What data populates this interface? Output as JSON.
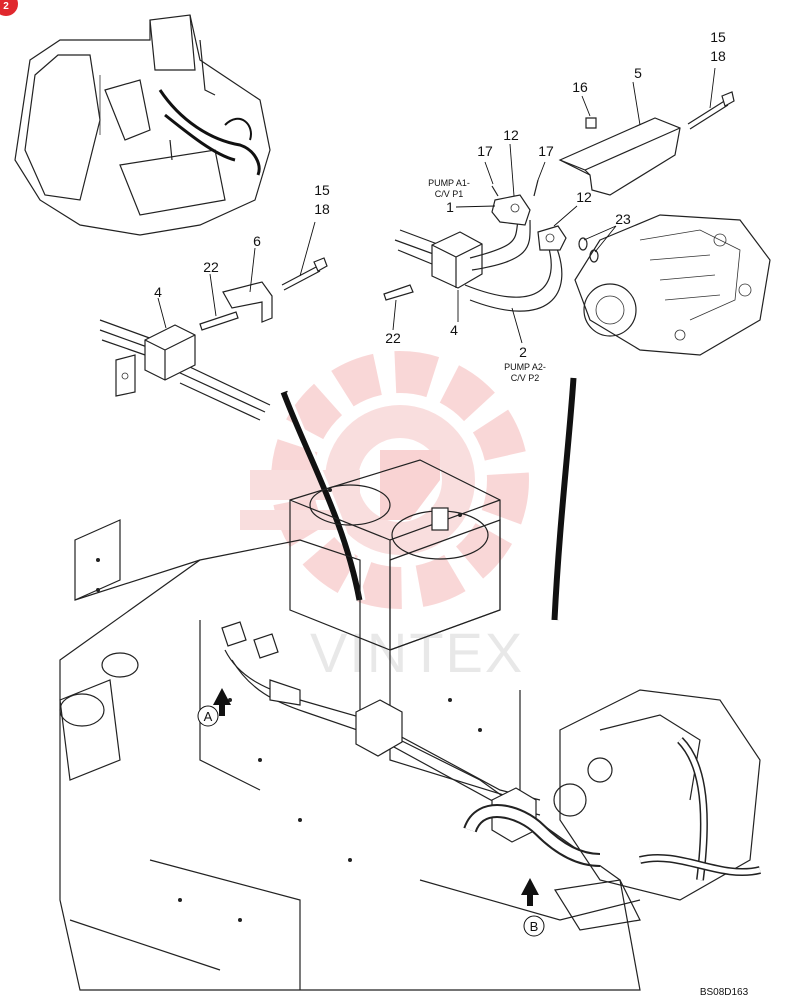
{
  "page": {
    "badge": "2"
  },
  "callouts": {
    "c1": "1",
    "c2": "2",
    "c4a": "4",
    "c4b": "4",
    "c5": "5",
    "c6": "6",
    "c12a": "12",
    "c12b": "12",
    "c15a": "15",
    "c15b": "15",
    "c16": "16",
    "c17a": "17",
    "c17b": "17",
    "c18a": "18",
    "c18b": "18",
    "c22a": "22",
    "c22b": "22",
    "c23": "23"
  },
  "notes": {
    "pump_a1_line1": "PUMP A1-",
    "pump_a1_line2": "C/V P1",
    "pump_a2_line1": "PUMP A2-",
    "pump_a2_line2": "C/V P2"
  },
  "views": {
    "view_a": "A",
    "view_b": "B"
  },
  "watermark": {
    "brand_text": "VINTEX"
  },
  "reference": {
    "drawing_code": "BS08D163"
  },
  "colors": {
    "badge_red": "#e0282e",
    "watermark_pink": "#f5c4c4",
    "ink": "#222222"
  },
  "icons": {
    "badge": "circle-badge",
    "view_arrow": "arrow-up-icon"
  }
}
